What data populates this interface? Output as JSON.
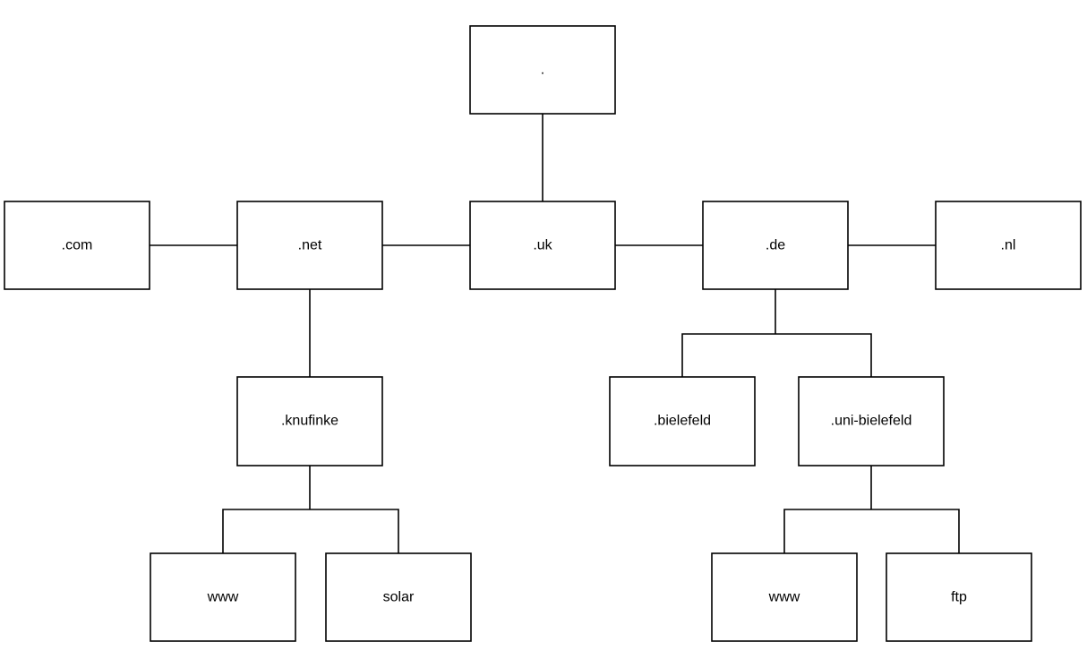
{
  "nodes": {
    "root": ".",
    "com": ".com",
    "net": ".net",
    "uk": ".uk",
    "de": ".de",
    "nl": ".nl",
    "knufinke": ".knufinke",
    "bielefeld": ".bielefeld",
    "uni_bielefeld": ".uni-bielefeld",
    "knufinke_www": "www",
    "knufinke_solar": "solar",
    "uni_www": "www",
    "uni_ftp": "ftp"
  },
  "edges": [
    [
      "root",
      "uk"
    ],
    [
      "uk",
      "net"
    ],
    [
      "net",
      "com"
    ],
    [
      "uk",
      "de"
    ],
    [
      "de",
      "nl"
    ],
    [
      "net",
      "knufinke"
    ],
    [
      "knufinke",
      "knufinke_www"
    ],
    [
      "knufinke",
      "knufinke_solar"
    ],
    [
      "de",
      "bielefeld"
    ],
    [
      "de",
      "uni_bielefeld"
    ],
    [
      "uni_bielefeld",
      "uni_www"
    ],
    [
      "uni_bielefeld",
      "uni_ftp"
    ]
  ]
}
